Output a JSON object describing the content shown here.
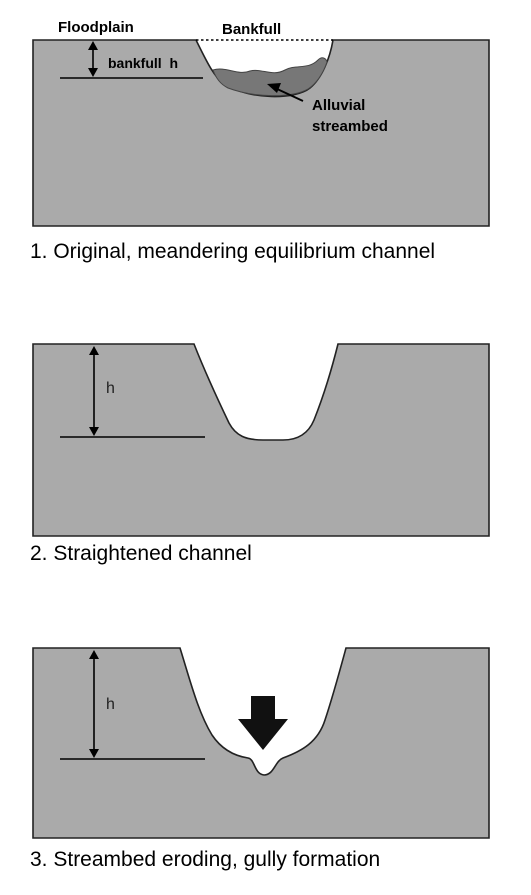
{
  "panel_1": {
    "floodplain_label": "Floodplain",
    "bankfull_label": "Bankfull",
    "bankfull_h_label": "bankfull  h",
    "alluvial_label_line1": "Alluvial",
    "alluvial_label_line2": "streambed",
    "caption": "1. Original, meandering equilibrium channel"
  },
  "panel_2": {
    "h_label": "h",
    "caption": "2. Straightened channel"
  },
  "panel_3": {
    "h_label": "h",
    "caption": "3. Streambed eroding, gully formation"
  },
  "colors": {
    "ground": "#aaaaaa",
    "outline": "#222222",
    "streambed": "#777777",
    "arrow": "#111111"
  }
}
